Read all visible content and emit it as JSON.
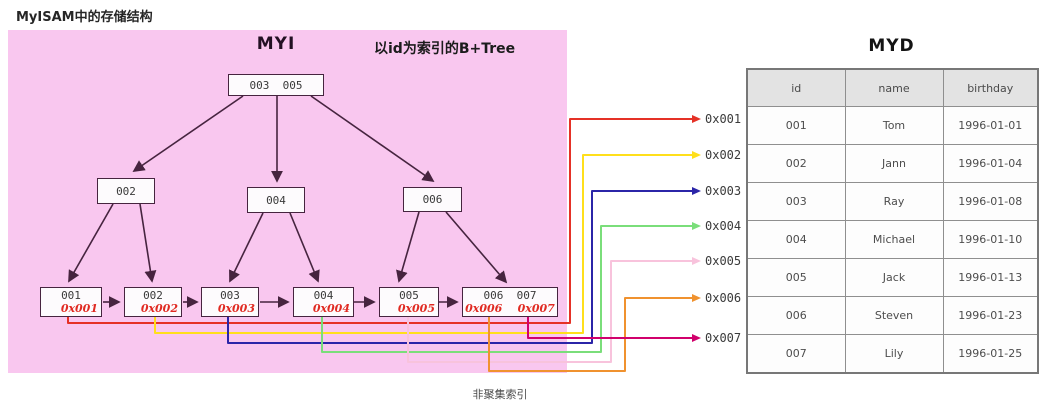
{
  "page_title": "MyISAM中的存储结构",
  "caption": "非聚集索引",
  "colors": {
    "panel_bg": "#f9c7ef",
    "tree_line": "#46243f",
    "addr_text": "#e02a22"
  },
  "myi": {
    "title": "MYI",
    "subtitle": "以id为索引的B+Tree",
    "tree": {
      "root": {
        "label": "003  005"
      },
      "internal": [
        {
          "label": "002"
        },
        {
          "label": "004"
        },
        {
          "label": "006"
        }
      ],
      "leaves": [
        {
          "label": "001",
          "addr": "0x001"
        },
        {
          "label": "002",
          "addr": "0x002"
        },
        {
          "label": "003",
          "addr": "0x003"
        },
        {
          "label": "004",
          "addr": "0x004"
        },
        {
          "label": "005",
          "addr": "0x005"
        },
        {
          "label": "006  007",
          "addr": "0x006    0x007"
        }
      ]
    }
  },
  "pointers": [
    {
      "label": "0x001",
      "color": "#e53126"
    },
    {
      "label": "0x002",
      "color": "#ffdf1b"
    },
    {
      "label": "0x003",
      "color": "#2b25a8"
    },
    {
      "label": "0x004",
      "color": "#7ade7a"
    },
    {
      "label": "0x005",
      "color": "#f8c3dc"
    },
    {
      "label": "0x006",
      "color": "#f0922f"
    },
    {
      "label": "0x007",
      "color": "#d1006c"
    }
  ],
  "myd": {
    "title": "MYD",
    "columns": [
      "id",
      "name",
      "birthday"
    ],
    "rows": [
      [
        "001",
        "Tom",
        "1996-01-01"
      ],
      [
        "002",
        "Jann",
        "1996-01-04"
      ],
      [
        "003",
        "Ray",
        "1996-01-08"
      ],
      [
        "004",
        "Michael",
        "1996-01-10"
      ],
      [
        "005",
        "Jack",
        "1996-01-13"
      ],
      [
        "006",
        "Steven",
        "1996-01-23"
      ],
      [
        "007",
        "Lily",
        "1996-01-25"
      ]
    ]
  }
}
